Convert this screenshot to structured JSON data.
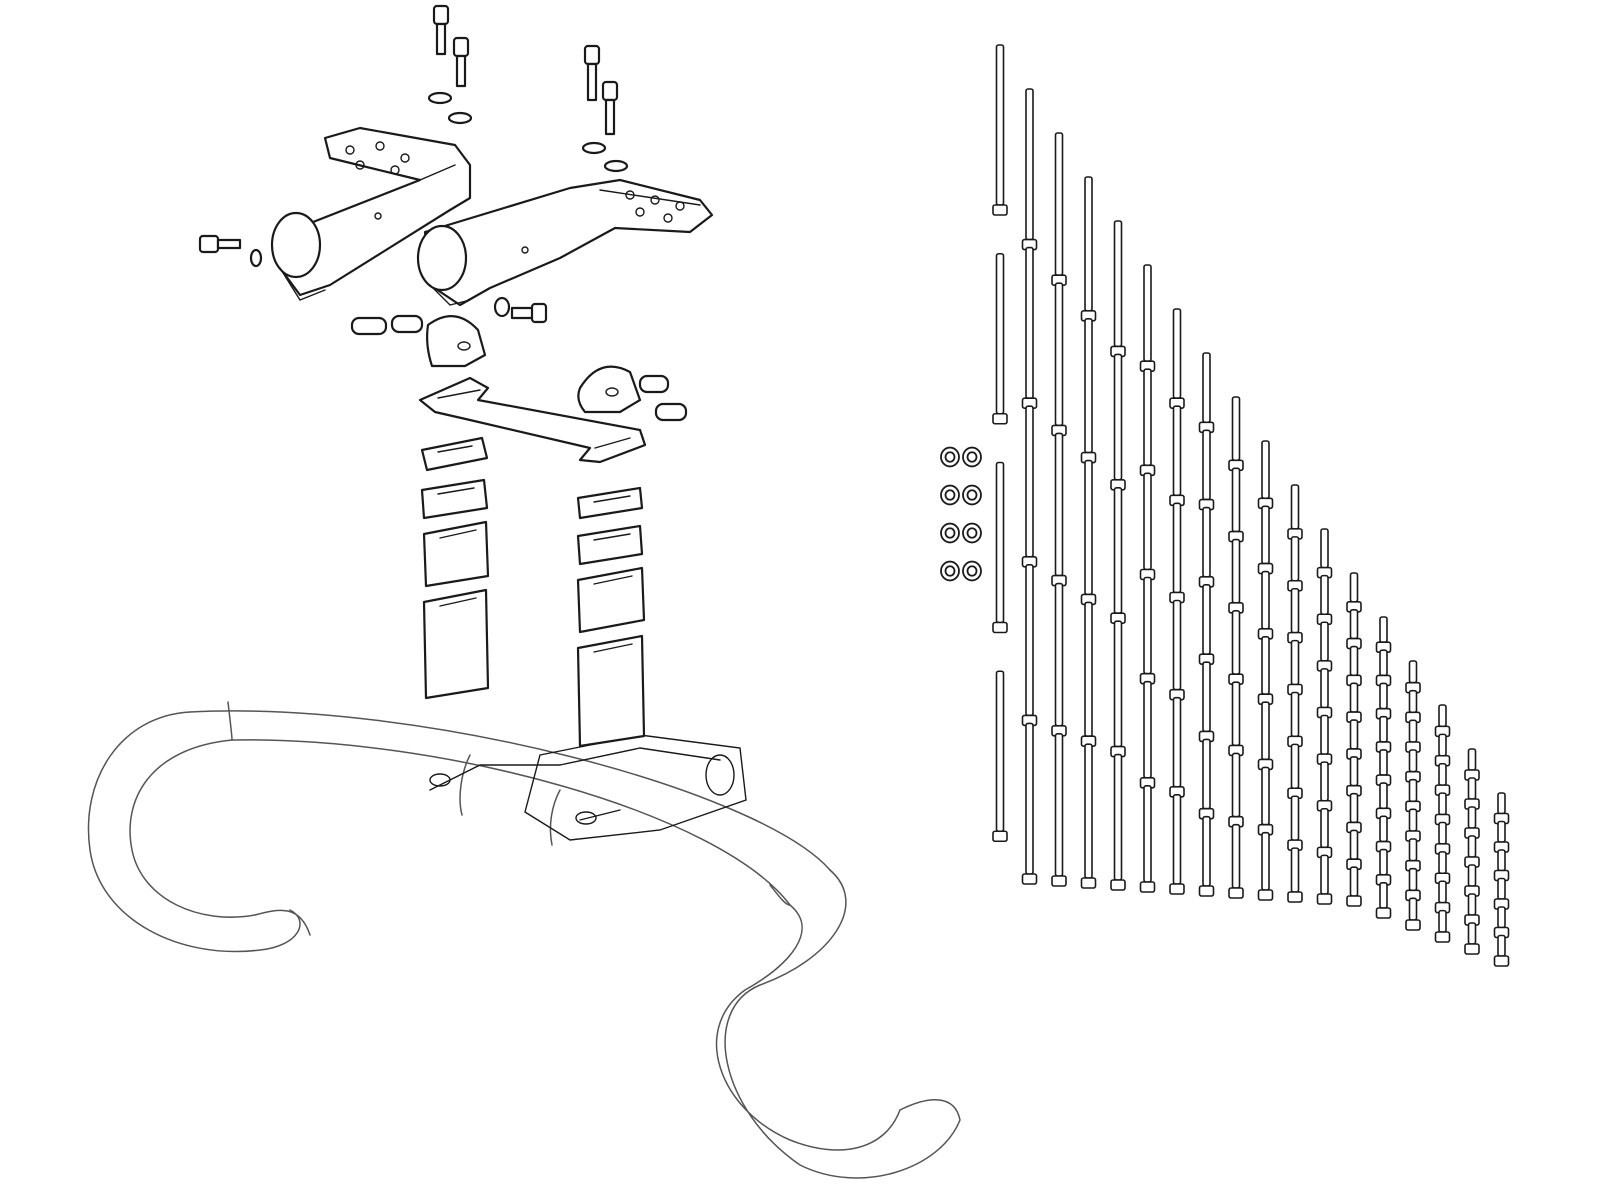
{
  "diagram": {
    "colors": {
      "stroke": "#1a1a1a",
      "handlebar_stroke": "#555555",
      "background": "#ffffff"
    },
    "components": [
      "handlebar",
      "stem",
      "left-armrest-extension",
      "right-armrest-extension",
      "left-clamp",
      "right-clamp",
      "bridge-plate",
      "left-spacer-stack",
      "right-spacer-stack",
      "bolt-kit",
      "washer-set"
    ],
    "spacers_per_stack": 4,
    "bolt_columns": [
      {
        "count": 4,
        "size": "long"
      },
      {
        "count": 5,
        "size": "long"
      },
      {
        "count": 5,
        "size": "long"
      },
      {
        "count": 5,
        "size": "long"
      },
      {
        "count": 5,
        "size": "long"
      },
      {
        "count": 6,
        "size": "long"
      },
      {
        "count": 6,
        "size": "long"
      },
      {
        "count": 7,
        "size": "medium"
      },
      {
        "count": 7,
        "size": "medium"
      },
      {
        "count": 7,
        "size": "medium"
      },
      {
        "count": 8,
        "size": "medium"
      },
      {
        "count": 8,
        "size": "medium"
      },
      {
        "count": 9,
        "size": "short"
      },
      {
        "count": 9,
        "size": "short"
      },
      {
        "count": 9,
        "size": "short"
      },
      {
        "count": 8,
        "size": "short"
      },
      {
        "count": 7,
        "size": "short"
      },
      {
        "count": 6,
        "size": "short"
      }
    ],
    "washer_pairs": 4
  }
}
